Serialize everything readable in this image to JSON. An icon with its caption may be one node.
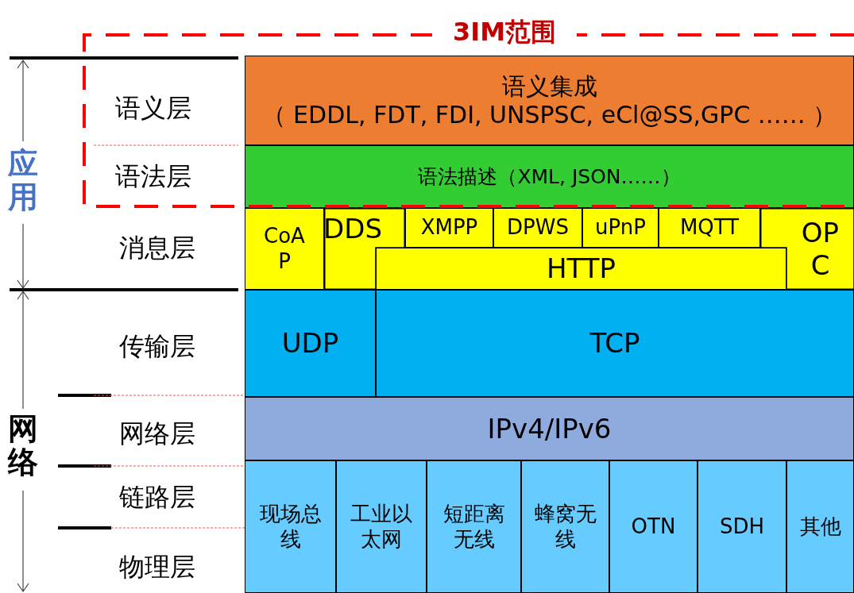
{
  "diagram": {
    "nodes": [
      {
        "text": [
          "3IM范围"
        ]
      },
      {
        "text": [
          "语义集成",
          "（ EDDL, FDT, FDI, UNSPSC, eCl@SS,GPC …… ）"
        ],
        "in": 0
      },
      {
        "text": [
          "语法描述（XML, JSON……）"
        ],
        "in": 0
      },
      {
        "text": [
          "CoAP"
        ]
      },
      {
        "text": [
          "DDS"
        ]
      },
      {
        "text": [
          "XMPP"
        ]
      },
      {
        "text": [
          "DPWS"
        ]
      },
      {
        "text": [
          "uPnP"
        ]
      },
      {
        "text": [
          "MQTT"
        ]
      },
      {
        "text": [
          "OPC"
        ]
      },
      {
        "text": [
          "HTTP"
        ]
      },
      {
        "text": [
          "UDP"
        ]
      },
      {
        "text": [
          "TCP"
        ]
      },
      {
        "text": [
          "IPv4/IPv6"
        ]
      },
      {
        "text": [
          "现场总线"
        ]
      },
      {
        "text": [
          "工业以太网"
        ]
      },
      {
        "text": [
          "短距离无线"
        ]
      },
      {
        "text": [
          "蜂窝无线"
        ]
      },
      {
        "text": [
          "OTN"
        ]
      },
      {
        "text": [
          "SDH"
        ]
      },
      {
        "text": [
          "其他"
        ]
      }
    ],
    "labels": [
      "应用",
      "语义层",
      "语法层",
      "消息层",
      "网络",
      "传输层",
      "网络层",
      "链路层",
      "物理层"
    ]
  }
}
